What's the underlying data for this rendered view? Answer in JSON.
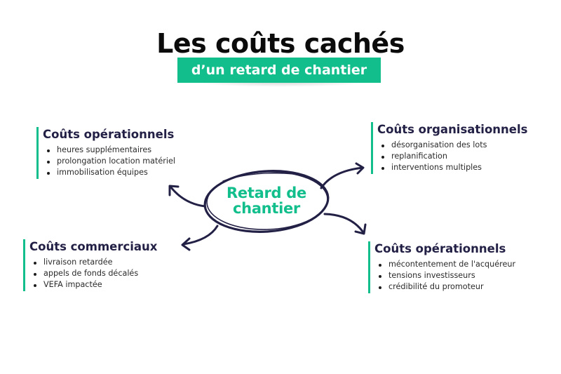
{
  "header": {
    "title": "Les coûts cachés",
    "subtitle": "d’un retard de chantier"
  },
  "center": {
    "line1": "Retard de",
    "line2": "chantier"
  },
  "colors": {
    "accent": "#12bf8c",
    "navy": "#232046",
    "title": "#0b0b0b"
  },
  "branches": [
    {
      "position": "top-left",
      "heading": "Coûts opérationnels",
      "items": [
        "heures supplémentaires",
        "prolongation location matériel",
        "immobilisation équipes"
      ]
    },
    {
      "position": "top-right",
      "heading": "Coûts organisationnels",
      "items": [
        "désorganisation des lots",
        "replanification",
        "interventions multiples"
      ]
    },
    {
      "position": "bottom-left",
      "heading": "Coûts commerciaux",
      "items": [
        "livraison retardée",
        "appels de fonds décalés",
        "VEFA impactée"
      ]
    },
    {
      "position": "bottom-right",
      "heading": "Coûts opérationnels",
      "items": [
        "mécontentement de l'acquéreur",
        "tensions investisseurs",
        "crédibilité du promoteur"
      ]
    }
  ]
}
